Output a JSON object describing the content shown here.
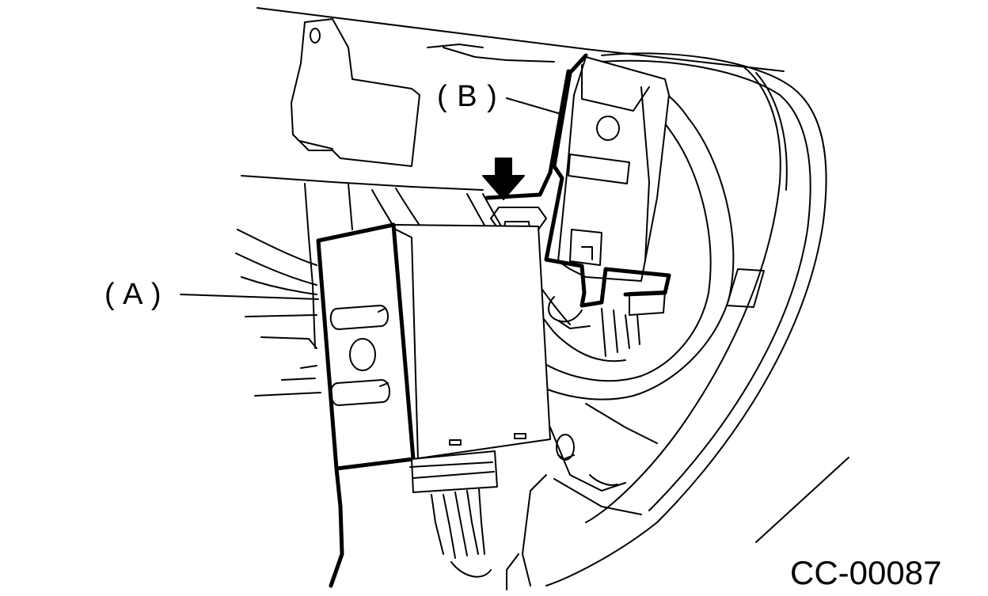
{
  "callouts": {
    "a": "( A )",
    "b": "( B )"
  },
  "figure_code": "CC-00087",
  "icons": {
    "arrow": "down-arrow-icon"
  },
  "colors": {
    "ink": "#000000",
    "paper": "#ffffff"
  }
}
